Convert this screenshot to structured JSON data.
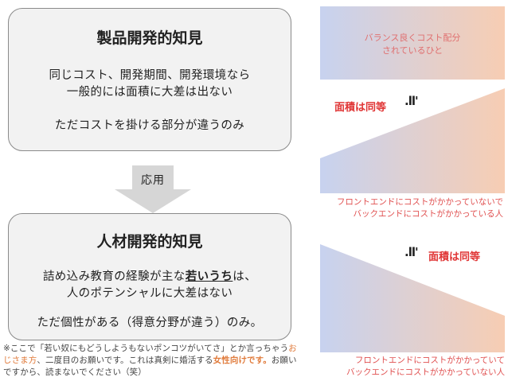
{
  "product_box": {
    "title": "製品開発的知見",
    "line1": "同じコスト、開発期間、開発環境なら",
    "line2": "一般的には面積に大差は出ない",
    "line3": "ただコストを掛ける部分が違うのみ"
  },
  "apply_label": "応用",
  "human_box": {
    "title": "人材開発的知見",
    "line1_a": "詰め込み教育の経験が主な",
    "line1_emph": "若いうち",
    "line1_b": "は、",
    "line2": "人のポテンシャルに大差はない",
    "line3": "ただ個性がある（得意分野が違う）のみ。"
  },
  "footnote": {
    "part1": "※ここで「若い奴にもどうしようもないポンコツがいてさ」とか言っちゃう",
    "orange": "おじさま方",
    "part2": "、二度目のお願いです。これは真剣に婚活する",
    "bold_orange": "女性向けです。",
    "part3": "お願いですから、読まないでください（笑）"
  },
  "right": {
    "balanced_line1": "バランス良くコスト配分",
    "balanced_line2": "されているひと",
    "area_same": "面積は同等",
    "icon_text": ".ll'",
    "front_line1": "フロントエンドにコストがかかっていないで",
    "front_line2": "バックエンドにコストがかかっている人",
    "back_line1": "フロントエンドにコストがかかっていて",
    "back_line2": "バックエンドにコストがかかっていない人"
  },
  "colors": {
    "blue": "#c7d2ef",
    "orange": "#f7cdb3",
    "label_red": "#e03535",
    "footnote_orange": "#e07a3a"
  },
  "icons": {
    "area_icon": "equal-mark-icon",
    "arrow": "down-arrow-icon"
  }
}
